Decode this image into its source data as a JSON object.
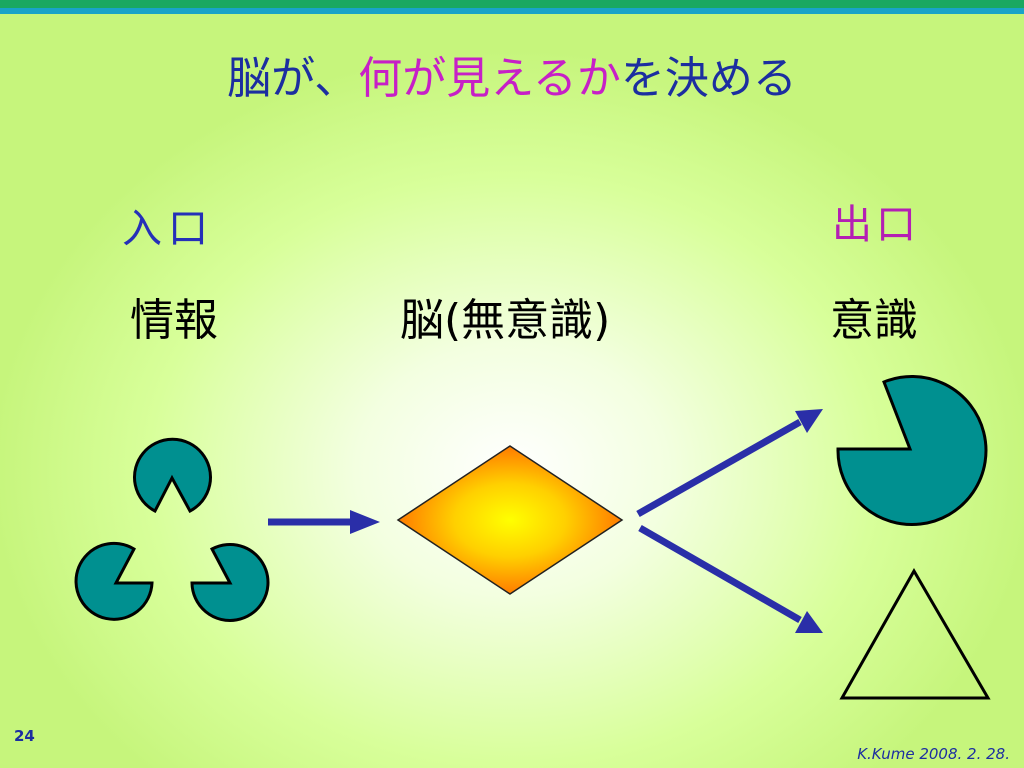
{
  "title": {
    "part1": "脳が、",
    "highlight": "何が見えるか",
    "part2": "を決める"
  },
  "labels": {
    "entrance": "入口",
    "exit": "出口",
    "information": "情報",
    "brain_unconscious": "脳(無意識)",
    "consciousness": "意識"
  },
  "footer": {
    "page_number": "24",
    "credit": "K.Kume 2008. 2. 28."
  },
  "colors": {
    "title": "#1c2ea0",
    "title_highlight": "#c71fc7",
    "entrance": "#2530b8",
    "exit": "#b41fb4",
    "teal_fill": "#009090",
    "arrow": "#2a2ea8",
    "diamond_center": "#ffff00",
    "diamond_edge": "#ff6a00"
  }
}
